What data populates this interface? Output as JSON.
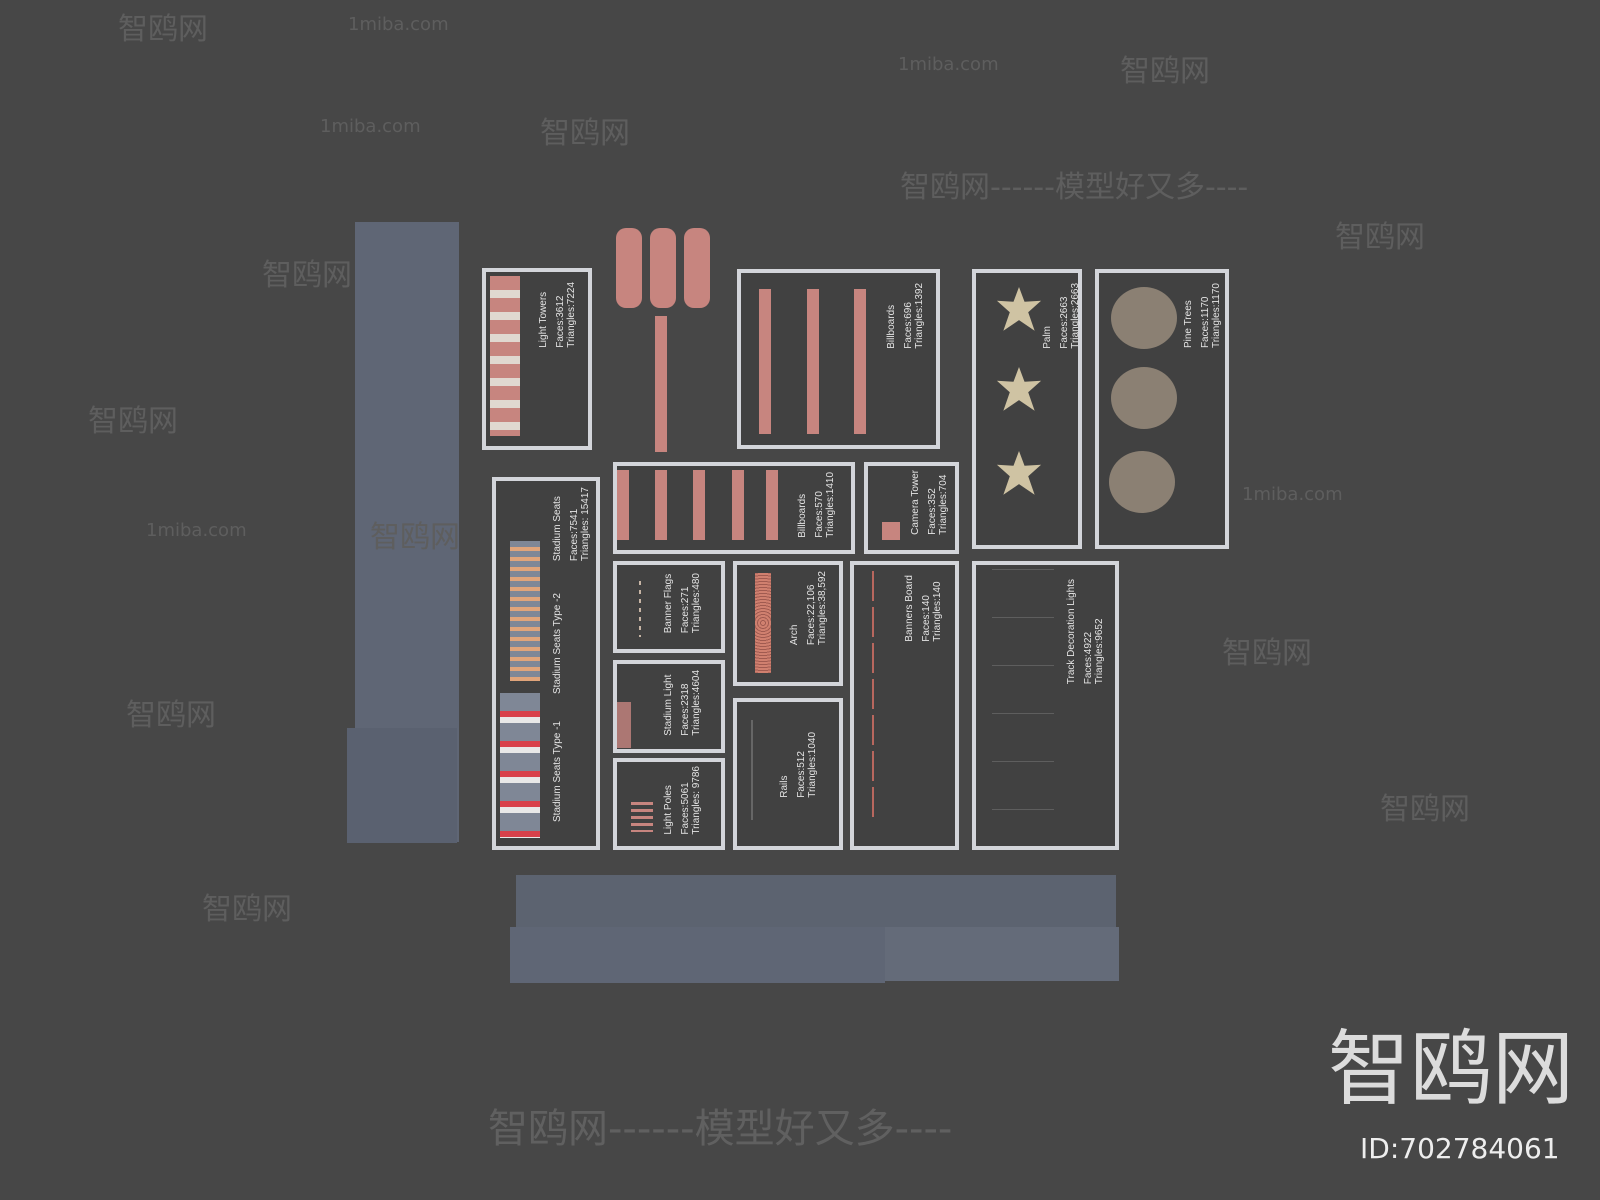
{
  "models": {
    "light_towers": {
      "name": "Light Towers",
      "faces": "Faces:3612",
      "triangles": "Triangles:7224"
    },
    "billboards_1": {
      "name": "Billboards",
      "faces": "Faces:696",
      "triangles": "Triangles:1392"
    },
    "palm": {
      "name": "Palm",
      "faces": "Faces:2663",
      "triangles": "Triangles:2663"
    },
    "pine_trees": {
      "name": "Pine Trees",
      "faces": "Faces:1170",
      "triangles": "Triangles:1170"
    },
    "stadium_seats": {
      "name": "Stadium Seats",
      "faces": "Faces:7541",
      "triangles": "Triangles: 15417",
      "type2": "Stadium Seats Type -2",
      "type1": "Stadium Seats Type -1"
    },
    "billboards_2": {
      "name": "Billboards",
      "faces": "Faces:570",
      "triangles": "Triangles:1410"
    },
    "camera_tower": {
      "name": "Camera Tower",
      "faces": "Faces:352",
      "triangles": "Triangles:704"
    },
    "banner_flags": {
      "name": "Banner Flags",
      "faces": "Faces:271",
      "triangles": "Triangles:480"
    },
    "arch": {
      "name": "Arch",
      "faces": "Faces:22,106",
      "triangles": "Triangles:38,592"
    },
    "banners_board": {
      "name": "Banners Board",
      "faces": "Faces:140",
      "triangles": "Triangles:140"
    },
    "track_decoration_lights": {
      "name": "Track Decoration Lights",
      "faces": "Faces:4922",
      "triangles": "Triangles:9652"
    },
    "stadium_light": {
      "name": "Stadium Light",
      "faces": "Faces:2318",
      "triangles": "Triangles:4604"
    },
    "rails": {
      "name": "Rails",
      "faces": "Faces:512",
      "triangles": "Triangles:1040"
    },
    "light_poles": {
      "name": "Light Poles",
      "faces": "Faces:5061",
      "triangles": "Triangles: 9786"
    }
  },
  "watermark": {
    "brand": "智鸥网",
    "domain": "1miba.com",
    "slogan": "智鸥网------模型好又多----",
    "id": "ID:702784061"
  },
  "colors": {
    "background": "#474747",
    "frame": "#d3d5da",
    "model": "#c7857f",
    "building": "#5f6675"
  }
}
